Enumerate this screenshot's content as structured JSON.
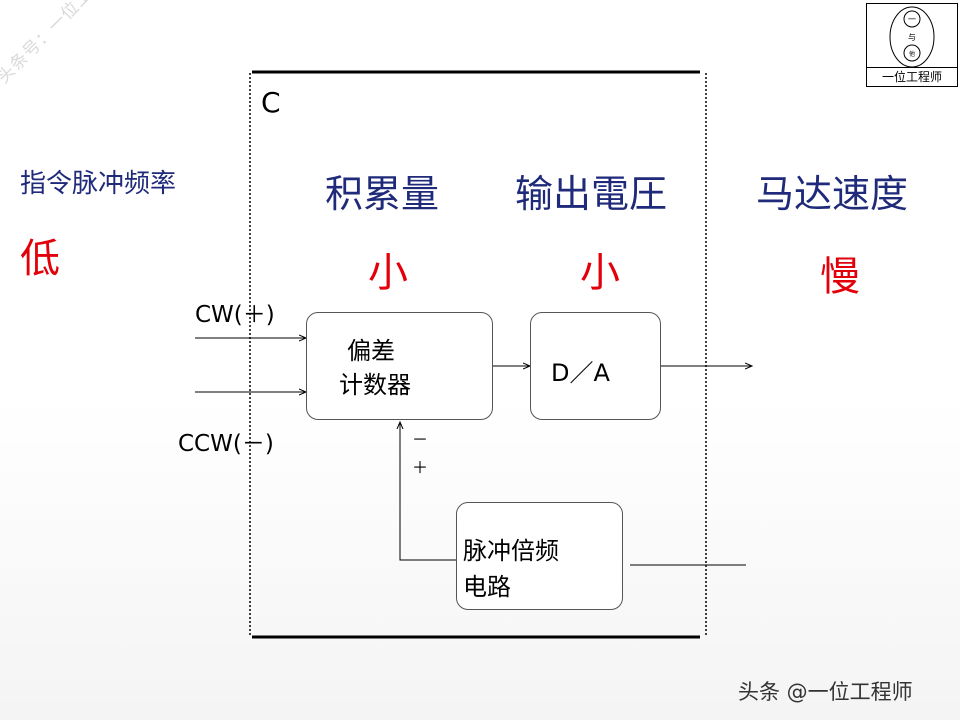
{
  "watermark": {
    "diagonal_text": "头条号：一位工程师",
    "footer_text": "头条 @一位工程师"
  },
  "logo": {
    "glyphs": [
      "一",
      "与",
      "他"
    ],
    "caption": "一位工程师"
  },
  "frame": {
    "label": "C"
  },
  "left_panel": {
    "title": "指令脉冲频率",
    "value": "低"
  },
  "columns": [
    {
      "heading": "积累量",
      "value": "小"
    },
    {
      "heading": "输出電圧",
      "value": "小"
    },
    {
      "heading": "马达速度",
      "value": "慢"
    }
  ],
  "inputs": {
    "cw_label": "CW(＋)",
    "ccw_label": "CCW(－)"
  },
  "blocks": {
    "counter": {
      "line1": "偏差",
      "line2": "计数器"
    },
    "dac": {
      "label": "D／A"
    },
    "multiplier": {
      "line1": "脉冲倍频",
      "line2": "电路"
    }
  },
  "feedback": {
    "minus": "－",
    "plus": "＋"
  },
  "colors": {
    "heading": "#1f2a7a",
    "value": "#e2000b"
  }
}
